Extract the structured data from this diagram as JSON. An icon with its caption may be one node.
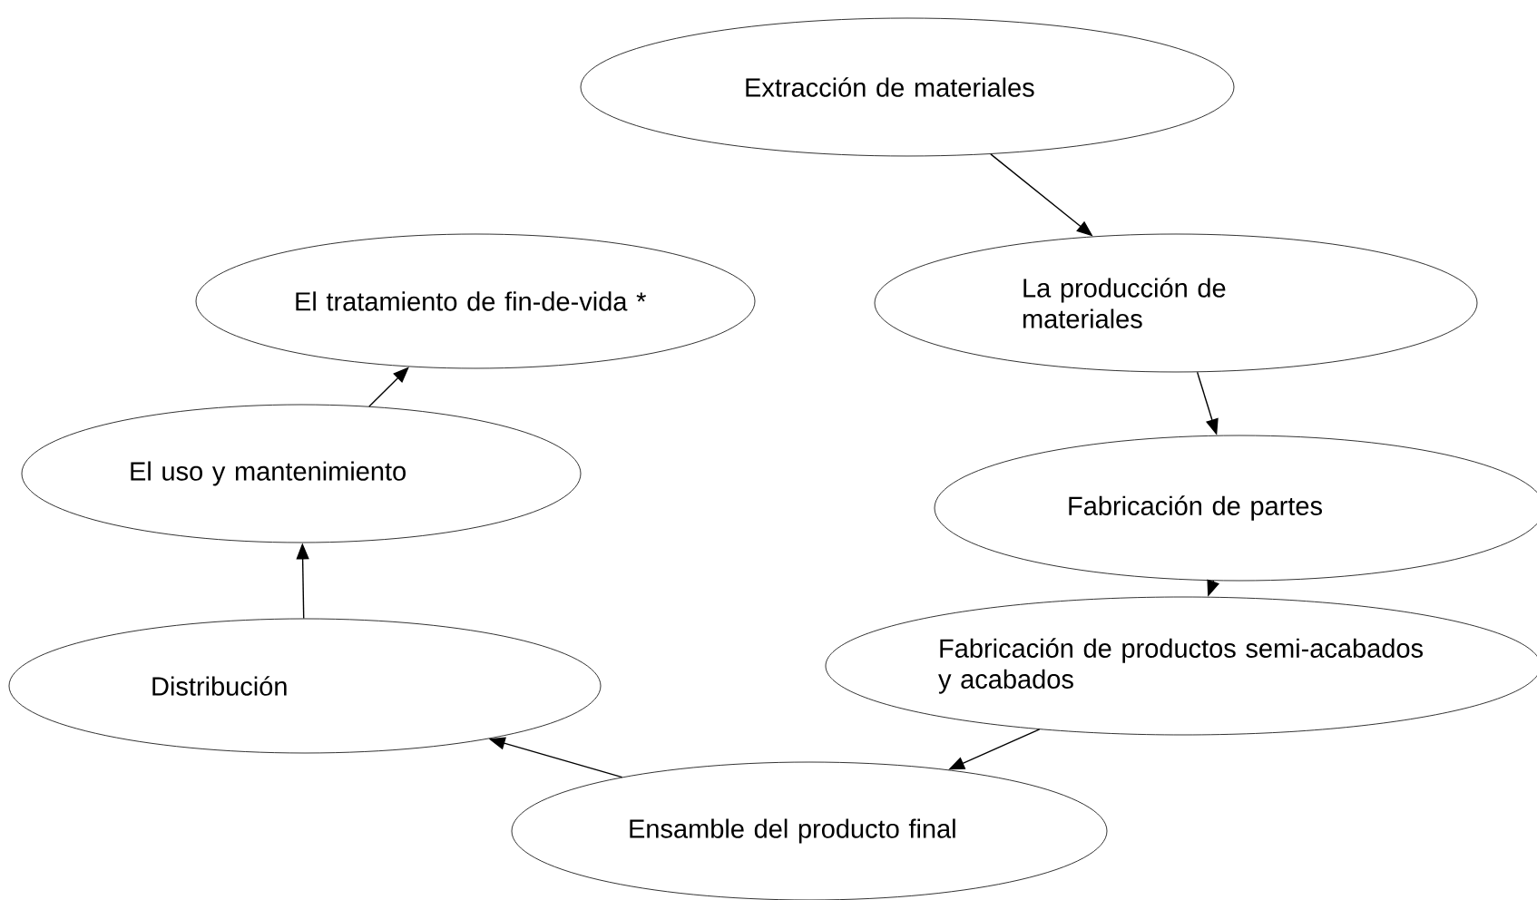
{
  "diagram": {
    "nodes": [
      {
        "text": [
          "Extracción de materiales"
        ]
      },
      {
        "text": [
          "La producción de materiales"
        ]
      },
      {
        "text": [
          "Fabricación de partes"
        ]
      },
      {
        "text": [
          "Fabricación de productos semi-acabados y acabados"
        ]
      },
      {
        "text": [
          "Ensamble del producto final"
        ]
      },
      {
        "text": [
          "Distribución"
        ]
      },
      {
        "text": [
          "El uso y mantenimiento"
        ]
      },
      {
        "text": [
          "El tratamiento de fin-de-vida *"
        ]
      }
    ],
    "edges": [
      {
        "from": 0,
        "to": 1,
        "arrow": "to"
      },
      {
        "from": 1,
        "to": 2,
        "arrow": "to"
      },
      {
        "from": 2,
        "to": 3,
        "arrow": "to"
      },
      {
        "from": 3,
        "to": 4,
        "arrow": "to"
      },
      {
        "from": 4,
        "to": 5,
        "arrow": "to"
      },
      {
        "from": 5,
        "to": 6,
        "arrow": "to"
      },
      {
        "from": 6,
        "to": 7,
        "arrow": "to"
      }
    ]
  }
}
